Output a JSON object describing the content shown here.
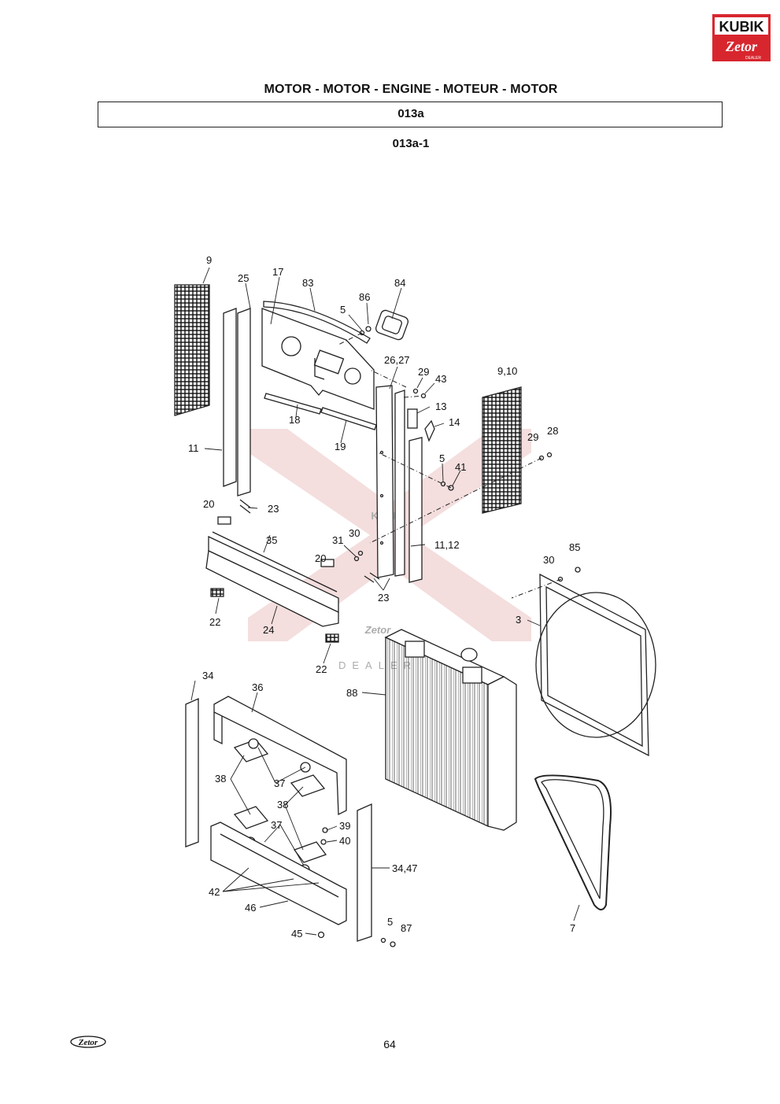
{
  "header": {
    "title": "MOTOR - MOTOR - ENGINE - MOTEUR - MOTOR",
    "section": "013a",
    "subsection": "013a-1"
  },
  "logo": {
    "top_text": "KUBIK",
    "brand_text": "Zetor",
    "sub_text": "DEALER"
  },
  "watermark": {
    "text": "KUBIK",
    "brand": "Zetor",
    "sub": "DEALER"
  },
  "footer": {
    "page_number": "64",
    "logo_text": "Zetor"
  },
  "callouts": [
    "9",
    "25",
    "17",
    "83",
    "84",
    "86",
    "5",
    "26,27",
    "29",
    "43",
    "13",
    "14",
    "9,10",
    "29",
    "28",
    "11",
    "18",
    "19",
    "5",
    "41",
    "20",
    "23",
    "35",
    "31",
    "30",
    "11,12",
    "20",
    "23",
    "22",
    "24",
    "22",
    "85",
    "30",
    "3",
    "88",
    "34",
    "36",
    "37",
    "38",
    "38",
    "37",
    "39",
    "40",
    "34,47",
    "42",
    "46",
    "45",
    "5",
    "87",
    "7"
  ],
  "colors": {
    "brand_red": "#d8262e",
    "line": "#222222",
    "watermark": "#e6a8a8"
  }
}
